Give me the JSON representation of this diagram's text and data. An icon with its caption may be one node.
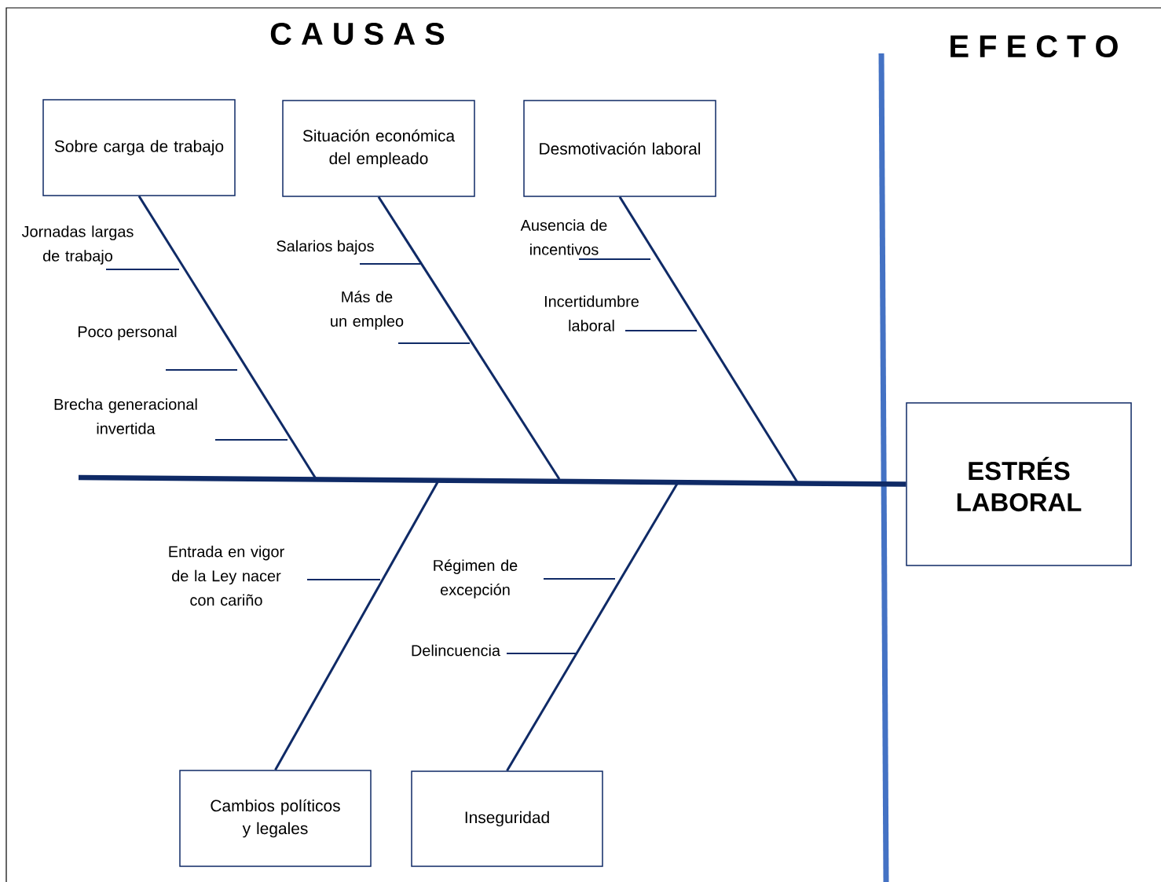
{
  "diagram": {
    "nodes": [
      {
        "text": [
          "Sobre carga de trabajo"
        ]
      },
      {
        "text": [
          "Situación económica del empleado"
        ]
      },
      {
        "text": [
          "Desmotivación laboral"
        ]
      },
      {
        "text": [
          "ESTRÉS LABORAL"
        ]
      },
      {
        "text": [
          "Cambios políticos y legales"
        ]
      },
      {
        "text": [
          "Inseguridad"
        ]
      }
    ],
    "edges": [
      {
        "from": null,
        "to": 3,
        "arrow": "none",
        "style": "thick"
      },
      {
        "from": 0,
        "to": null,
        "arrow": "none"
      },
      {
        "from": 1,
        "to": null,
        "arrow": "none"
      },
      {
        "from": 2,
        "to": null,
        "arrow": "none"
      },
      {
        "from": 4,
        "to": null,
        "arrow": "none"
      },
      {
        "from": 5,
        "to": null,
        "arrow": "none"
      }
    ],
    "labels": [
      "C A U S A S",
      "E F E C T O",
      "Jornadas largas de trabajo",
      "Salarios bajos",
      "Ausencia de incentivos",
      "Más de un empleo",
      "Incertidumbre laboral",
      "Poco personal",
      "Brecha generacional invertida",
      "Entrada en vigor de la Ley nacer con cariño",
      "Régimen de excepción",
      "Delincuencia"
    ]
  }
}
